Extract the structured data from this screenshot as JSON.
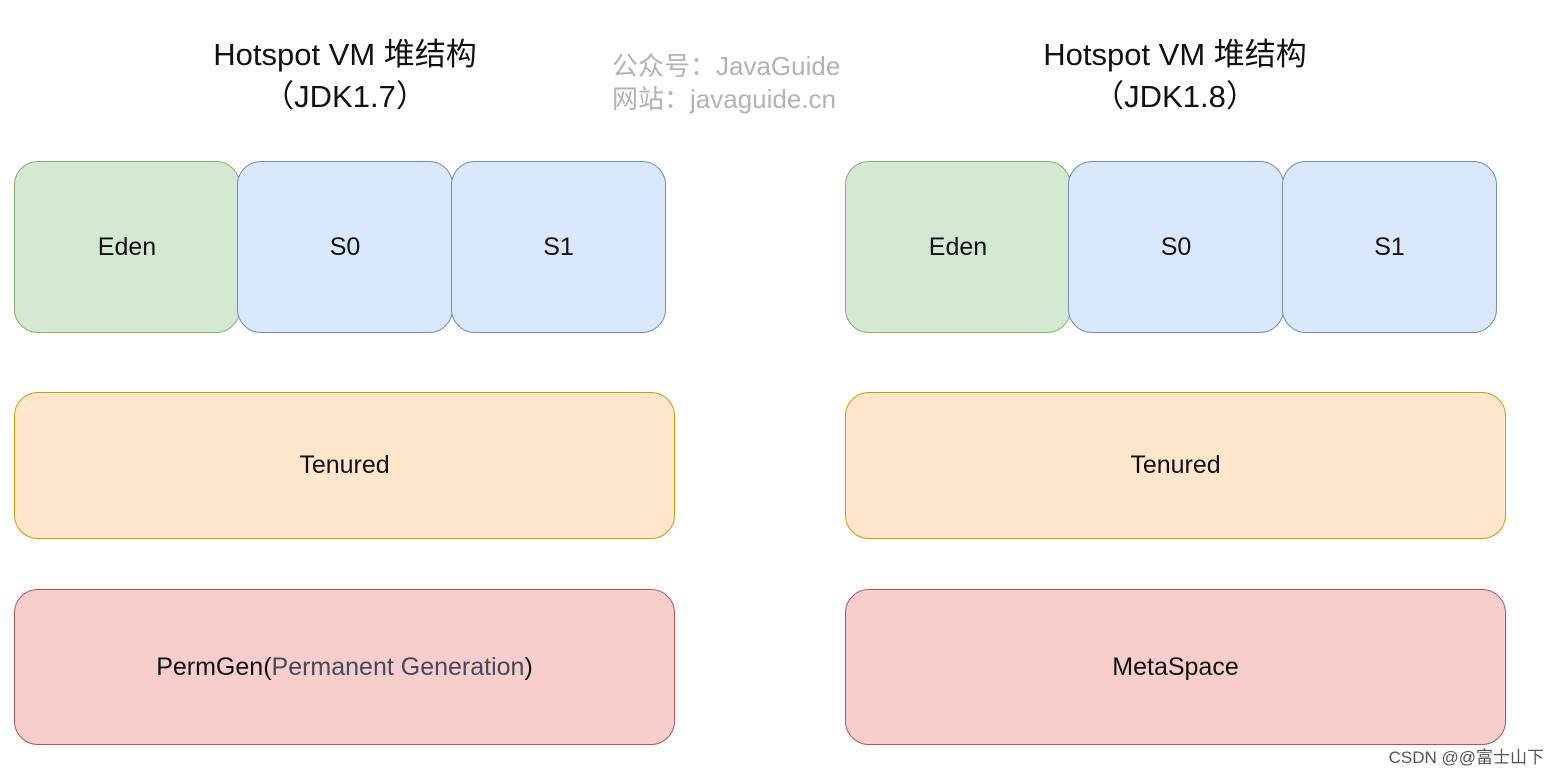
{
  "left": {
    "title_line1": "Hotspot VM  堆结构",
    "title_line2": "（JDK1.7）",
    "young": {
      "eden": "Eden",
      "s0": "S0",
      "s1": "S1"
    },
    "tenured": "Tenured",
    "perm": {
      "name": "PermGen",
      "open": "(",
      "detail": "Permanent Generation",
      "close": ")"
    }
  },
  "right": {
    "title_line1": "Hotspot VM  堆结构",
    "title_line2": "（JDK1.8）",
    "young": {
      "eden": "Eden",
      "s0": "S0",
      "s1": "S1"
    },
    "tenured": "Tenured",
    "meta": "MetaSpace"
  },
  "watermark": {
    "line1": "公众号：JavaGuide",
    "line2": "网站：javaguide.cn"
  },
  "credit": "CSDN @@富士山下",
  "colors": {
    "eden_fill": "#d5e8d4",
    "eden_border": "#82b366",
    "survivor_fill": "#dae8fc",
    "survivor_border": "#6c8ebf",
    "tenured_fill": "#ffe6cc",
    "tenured_border": "#d79b00",
    "perm_fill": "#f8cecc",
    "perm_border": "#b85450"
  }
}
